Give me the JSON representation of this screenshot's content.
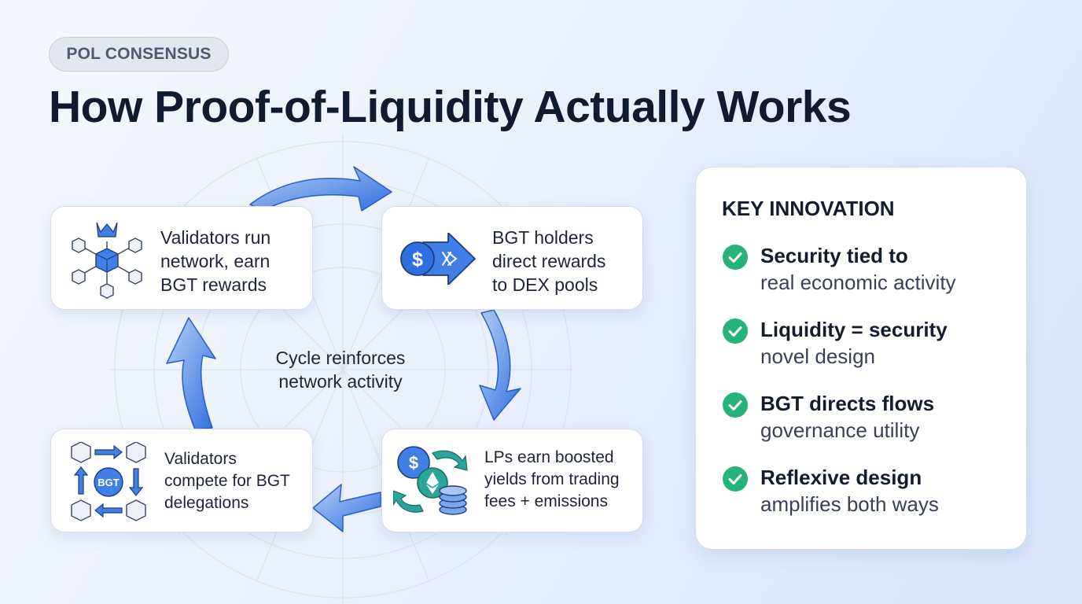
{
  "tag": "POL CONSENSUS",
  "title": "How Proof-of-Liquidity Actually Works",
  "cycle": {
    "center": [
      "Cycle reinforces",
      "network activity"
    ],
    "steps": [
      {
        "lines": [
          "Validators run",
          "network, earn",
          "BGT rewards"
        ],
        "icon": "validator-network-icon"
      },
      {
        "lines": [
          "BGT holders",
          "direct rewards",
          "to DEX pools"
        ],
        "icon": "dollar-arrow-icon"
      },
      {
        "lines": [
          "LPs earn boosted",
          "yields from trading",
          "fees + emissions"
        ],
        "icon": "coins-swap-icon"
      },
      {
        "lines": [
          "Validators",
          "compete for BGT",
          "delegations"
        ],
        "icon": "bgt-delegation-icon",
        "badge": "BGT"
      }
    ]
  },
  "innovation": {
    "title": "KEY INNOVATION",
    "items": [
      {
        "head": "Security tied to",
        "sub": "real economic activity"
      },
      {
        "head": "Liquidity = security",
        "sub": "novel design"
      },
      {
        "head": "BGT directs flows",
        "sub": "governance utility"
      },
      {
        "head": "Reflexive design",
        "sub": "amplifies both ways"
      }
    ]
  },
  "colors": {
    "accent_blue": "#3f7fe6",
    "check_green": "#26b37a",
    "title_dark": "#101a30",
    "coin_teal": "#2aa59a"
  }
}
